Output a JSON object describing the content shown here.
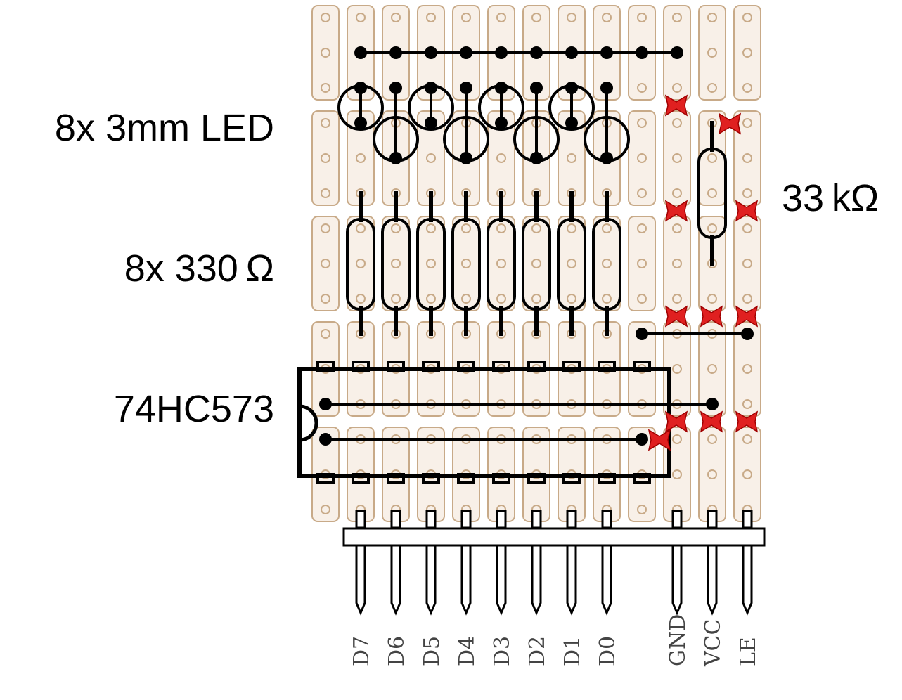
{
  "labels": {
    "led": "8x 3mm LED",
    "res330": "8x 330 Ω",
    "ic": "74HC573",
    "res33k": "33 kΩ"
  },
  "pins": [
    "D7",
    "D6",
    "D5",
    "D4",
    "D3",
    "D2",
    "D1",
    "D0",
    "GND",
    "VCC",
    "LE"
  ],
  "colors": {
    "board": "#f8f0e8",
    "strip_outline": "#c8aa88",
    "cut": "#e02020",
    "ink": "#000000",
    "pin_text": "#444444"
  },
  "icons": {
    "cut": "track-cut-icon",
    "led": "led-icon",
    "resistor": "resistor-icon",
    "ic": "dip-ic-icon",
    "header": "pin-header-icon"
  }
}
